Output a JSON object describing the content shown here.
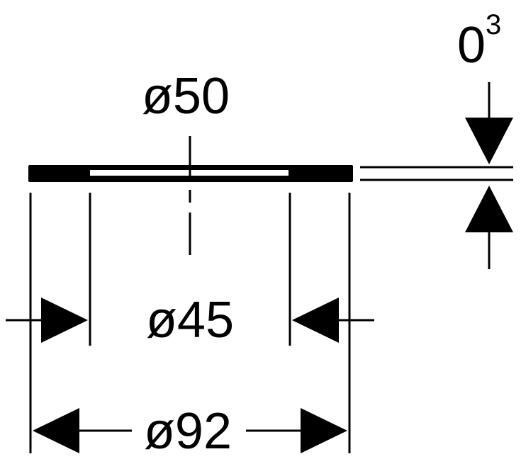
{
  "drawing": {
    "dimensions": {
      "inner_top": "ø50",
      "inner_bottom": "ø45",
      "outer": "ø92",
      "thickness_base": "0",
      "thickness_sup": "3"
    },
    "colors": {
      "line": "#000000",
      "background": "#ffffff"
    }
  }
}
